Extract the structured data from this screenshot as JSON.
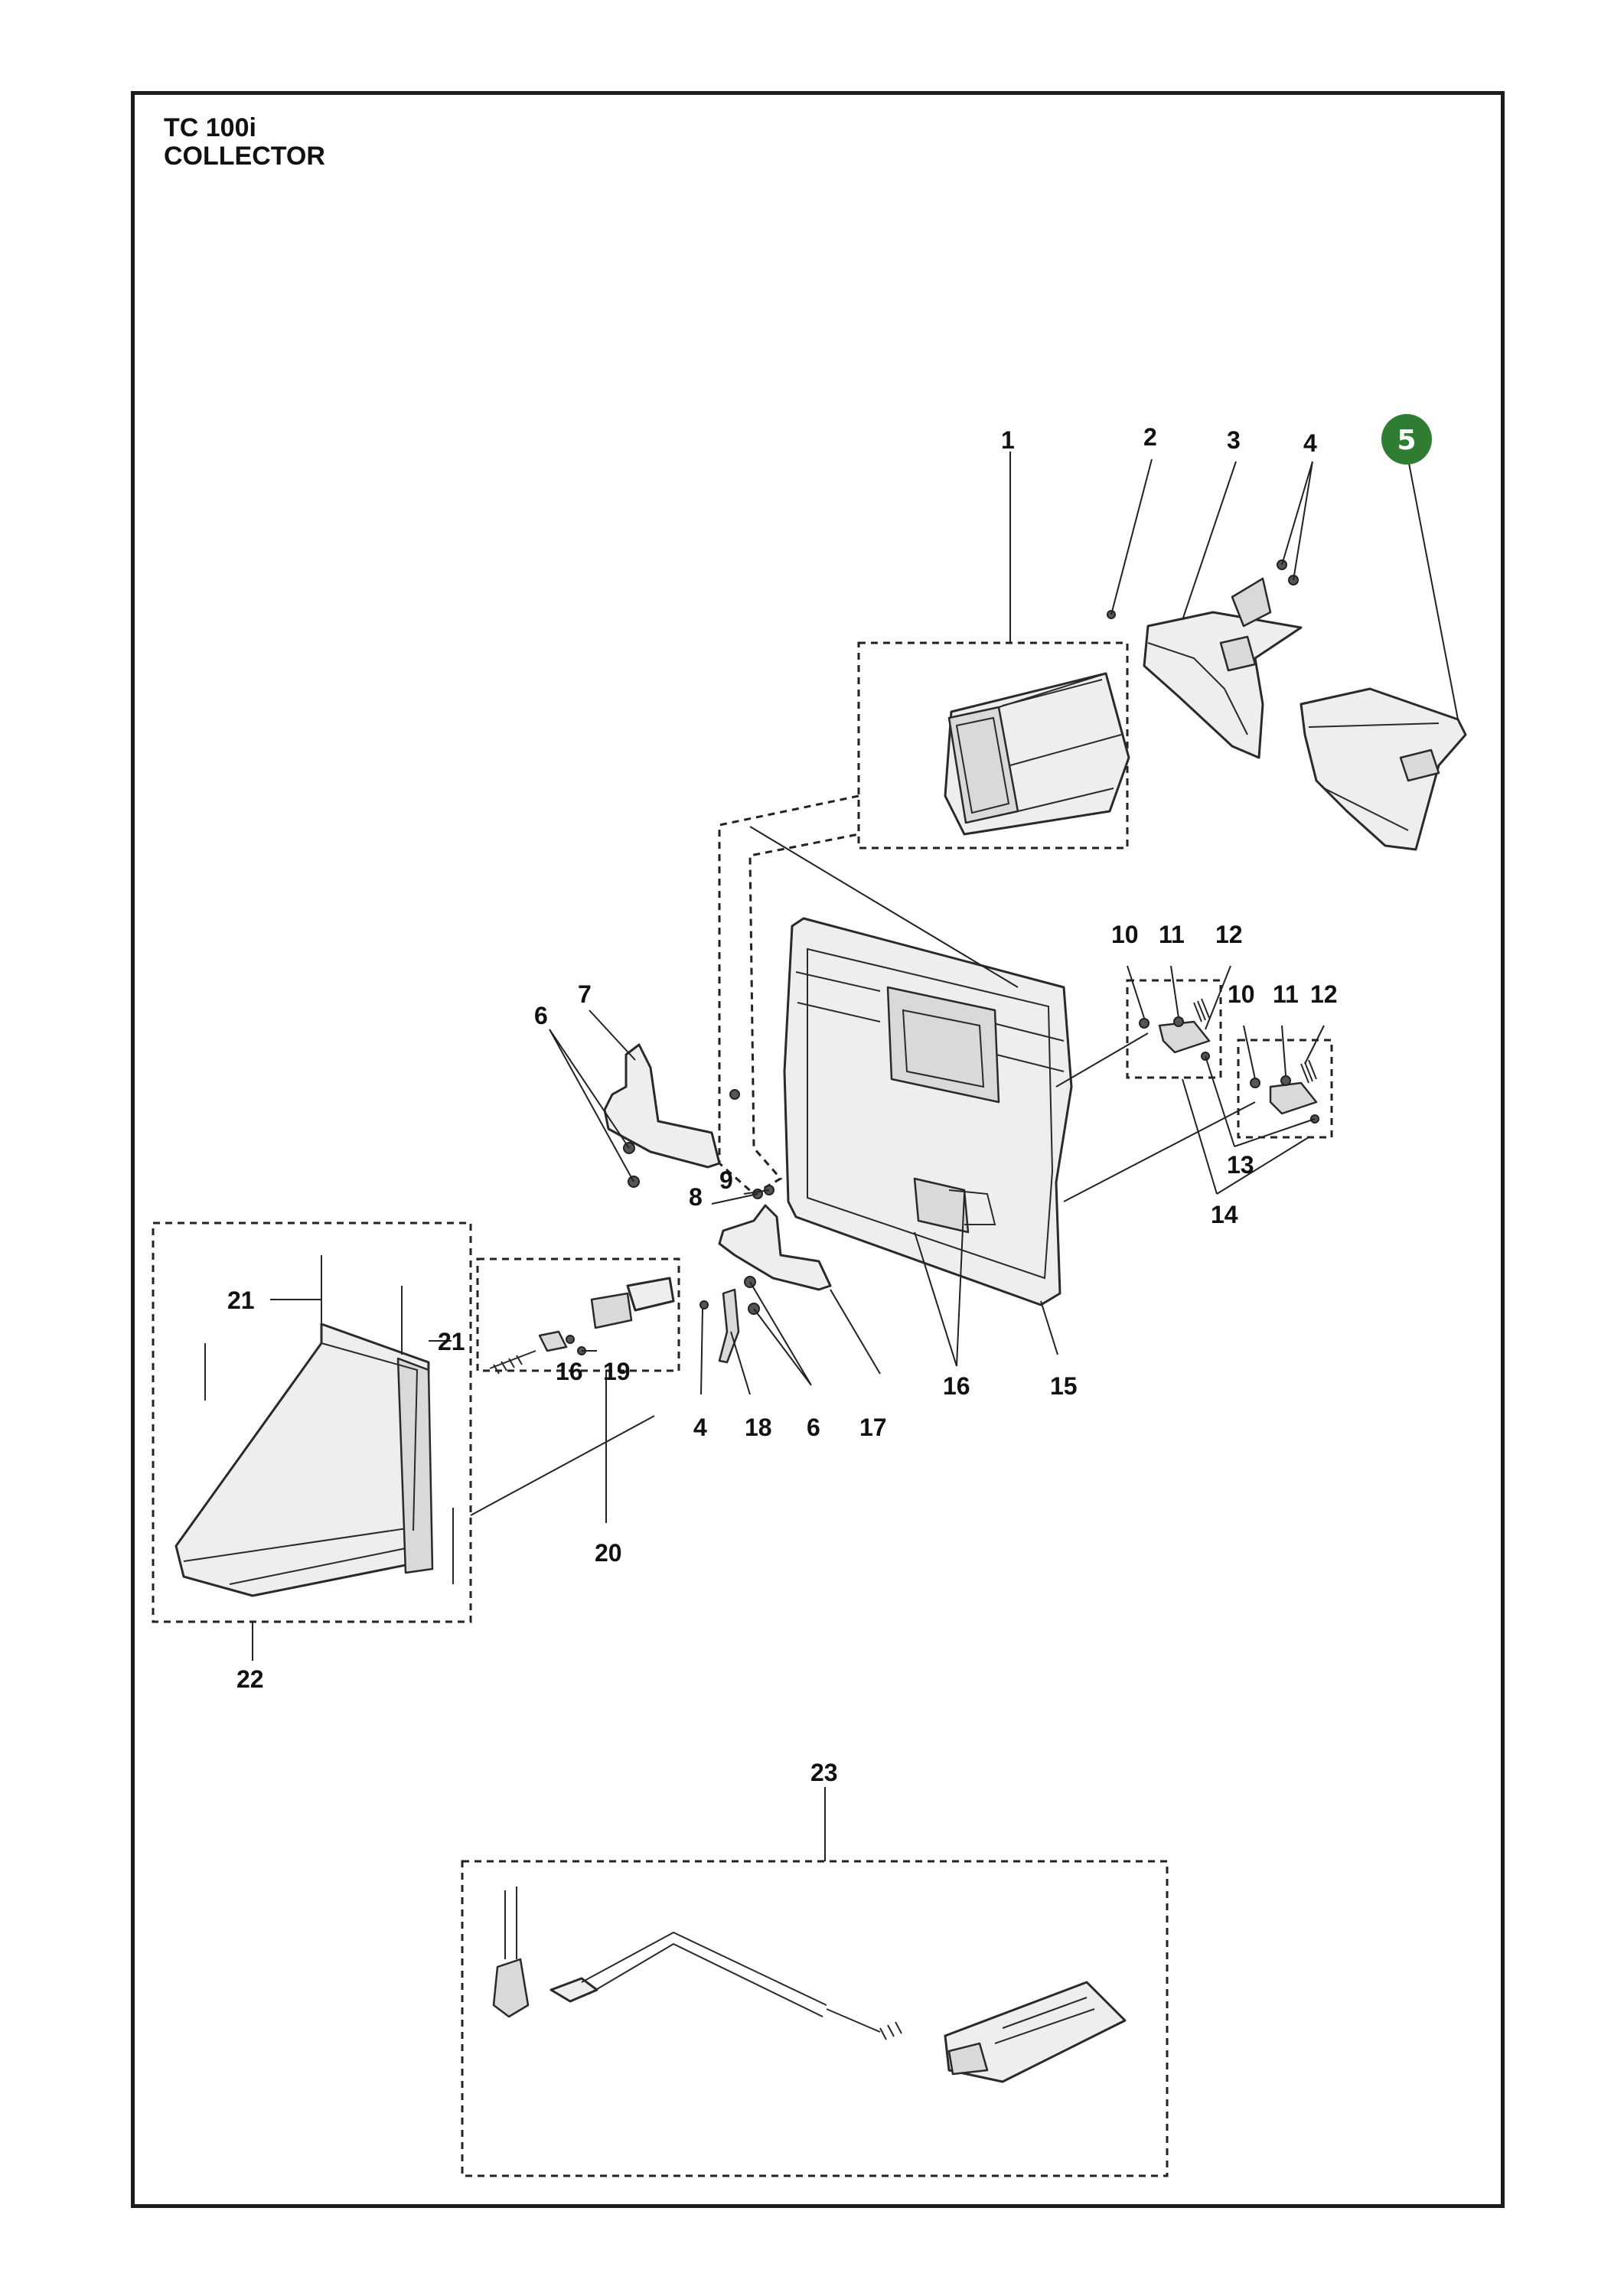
{
  "header": {
    "model": "TC 100i",
    "section": "COLLECTOR"
  },
  "badge": {
    "label": "5",
    "color": "#2e7d32"
  },
  "callouts": [
    "1",
    "2",
    "3",
    "4",
    "6",
    "7",
    "8",
    "9",
    "10",
    "11",
    "12",
    "10",
    "11",
    "12",
    "13",
    "14",
    "15",
    "16",
    "16",
    "17",
    "18",
    "19",
    "20",
    "21",
    "21",
    "22",
    "23",
    "4",
    "6"
  ]
}
